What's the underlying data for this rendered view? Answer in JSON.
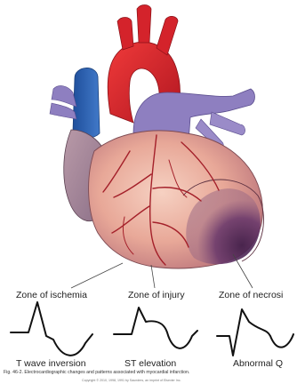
{
  "zones": {
    "ischemia": "Zone of ischemia",
    "injury": "Zone of injury",
    "necrosis": "Zone of necrosi"
  },
  "waves": {
    "t_wave": "T wave inversion",
    "st": "ST elevation",
    "q": "Abnormal Q"
  },
  "caption": "Fig. 46-2. Electrocardiographic changes and patterns associated with myocardial infarction.",
  "copyright": "Copyright © 2010, 1998, 1991 by Saunders, an imprint of Elsevier Inc.",
  "colors": {
    "aorta": "#d4232b",
    "vena_cava": "#2b5fb0",
    "pulmonary_veins": "#8e7fc0",
    "myocardium": "#e8a898",
    "necrosis_zone": "#5a2f5e",
    "ecg_trace": "#111111"
  }
}
